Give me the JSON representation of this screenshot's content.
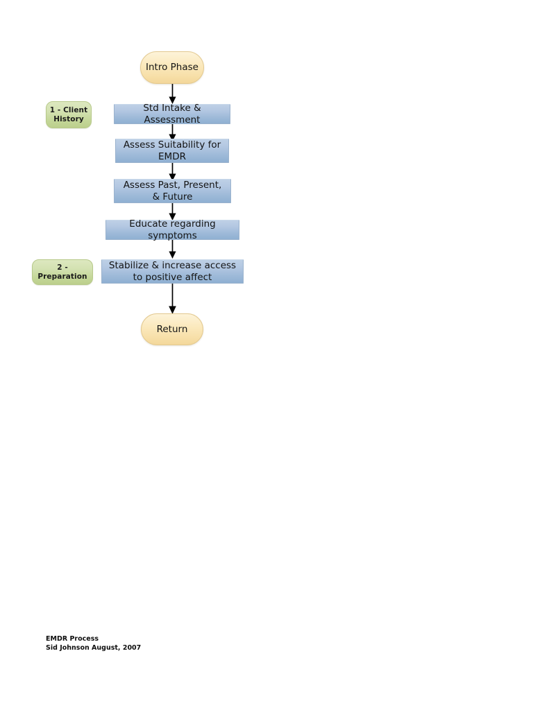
{
  "diagram": {
    "title": "EMDR Process",
    "author_date": "Sid Johnson August, 2007",
    "colors": {
      "terminator_fill": "#fbe9bd",
      "terminator_border": "#e3c98f",
      "process_fill": "#b4c8e2",
      "process_border": "#9ab2cd",
      "phase_fill": "#d4e2b2",
      "phase_border": "#b7c98a",
      "connector": "#000000",
      "background": "#ffffff"
    },
    "nodes": [
      {
        "id": "intro",
        "type": "terminator",
        "label": "Intro Phase"
      },
      {
        "id": "intake",
        "type": "process",
        "label": "Std Intake & Assessment"
      },
      {
        "id": "suit",
        "type": "process",
        "label": "Assess Suitability for EMDR"
      },
      {
        "id": "ppf",
        "type": "process",
        "label": "Assess Past, Present, & Future"
      },
      {
        "id": "educate",
        "type": "process",
        "label": "Educate regarding symptoms"
      },
      {
        "id": "stabilize",
        "type": "process",
        "label": "Stabilize & increase access to positive affect"
      },
      {
        "id": "return",
        "type": "terminator",
        "label": "Return"
      }
    ],
    "phase_labels": [
      {
        "id": "phase1",
        "line1": "1 - Client",
        "line2": "History"
      },
      {
        "id": "phase2",
        "line1": "2 -",
        "line2": "Preparation"
      }
    ]
  }
}
